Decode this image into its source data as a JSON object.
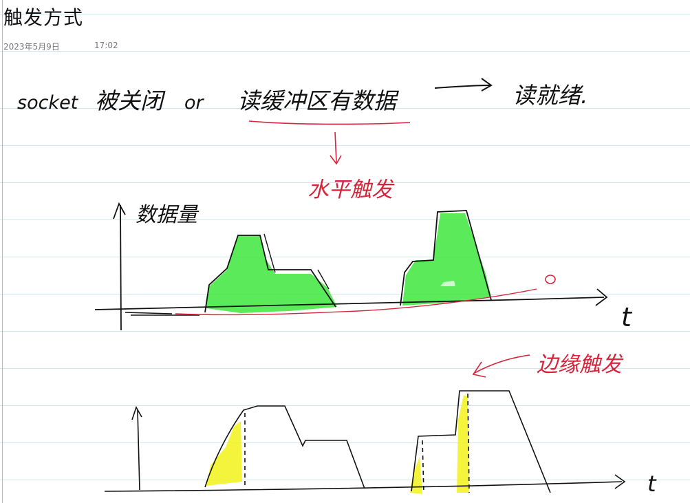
{
  "note": {
    "title": "触发方式",
    "date": "2023年5月9日",
    "time": "17:02"
  },
  "handwriting": {
    "line1_socket": "socket",
    "line1_closed": "被关闭",
    "line1_or": "or",
    "line1_buffer": "读缓冲区有数据",
    "line1_arrow": "—→",
    "line1_ready": "读就绪.",
    "level_trigger": "水平触发",
    "axis1_label": "数据量",
    "axis1_t": "t",
    "axis1_zero": "0",
    "edge_trigger": "边缘触发",
    "axis2_t": "t"
  },
  "colors": {
    "ink": "#111111",
    "red_ink": "#d6253b",
    "green_highlight": "#3de63d",
    "yellow_highlight": "#f2f21a",
    "rule_line": "#cfe6f4",
    "margin_line": "#f2a3a3"
  }
}
